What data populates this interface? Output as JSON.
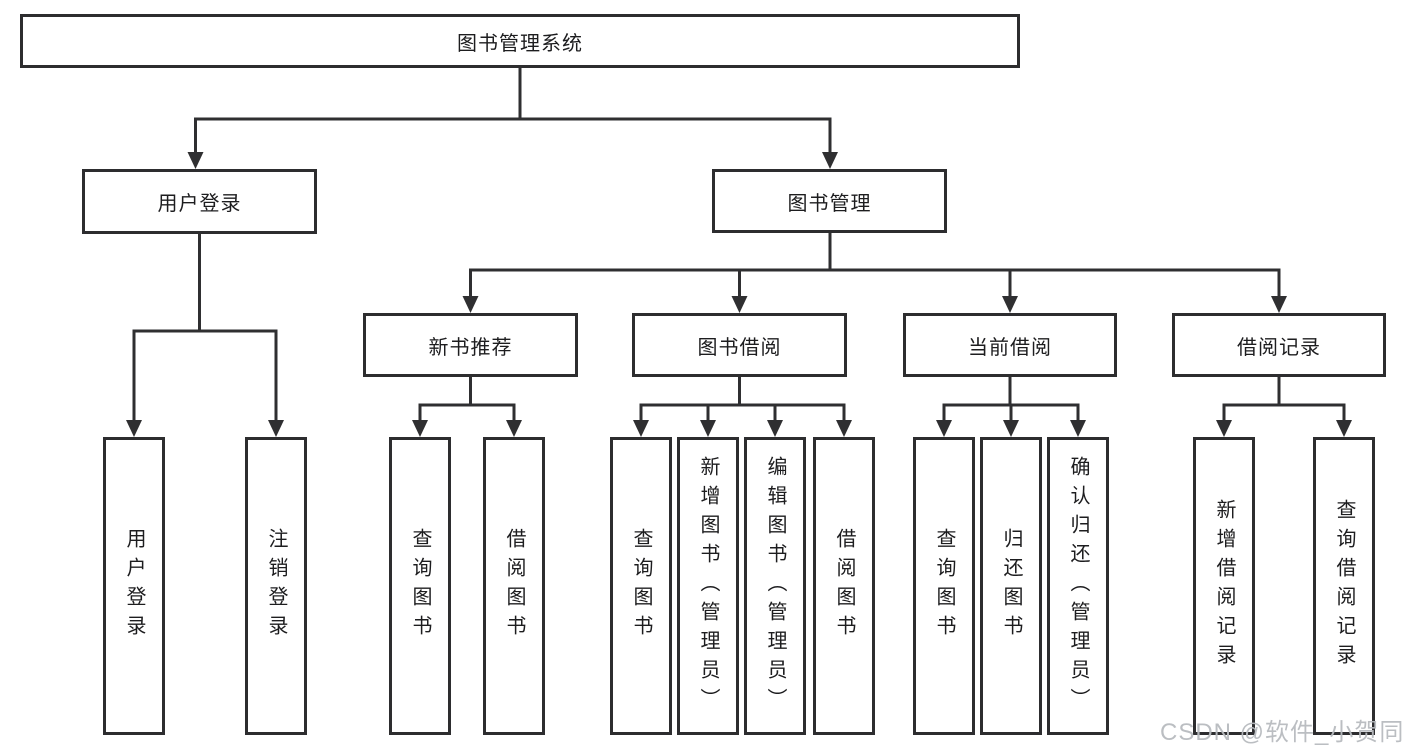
{
  "colors": {
    "box_border": "#2d2d2f",
    "connector_line": "#2f2f31",
    "node_text": "#1d1d1f",
    "watermark_text": "#b7bbbf",
    "background": "#ffffff"
  },
  "tree": {
    "root": {
      "label": "图书管理系统"
    },
    "branches": [
      {
        "label": "用户登录",
        "children": [
          {
            "label": "用户登录"
          },
          {
            "label": "注销登录"
          }
        ]
      },
      {
        "label": "图书管理",
        "children": [
          {
            "label": "新书推荐",
            "children": [
              {
                "label": "查询图书"
              },
              {
                "label": "借阅图书"
              }
            ]
          },
          {
            "label": "图书借阅",
            "children": [
              {
                "label": "查询图书"
              },
              {
                "label": "新增图书（管理员）"
              },
              {
                "label": "编辑图书（管理员）"
              },
              {
                "label": "借阅图书"
              }
            ]
          },
          {
            "label": "当前借阅",
            "children": [
              {
                "label": "查询图书"
              },
              {
                "label": "归还图书"
              },
              {
                "label": "确认归还（管理员）"
              }
            ]
          },
          {
            "label": "借阅记录",
            "children": [
              {
                "label": "新增借阅记录"
              },
              {
                "label": "查询借阅记录"
              }
            ]
          }
        ]
      }
    ]
  },
  "watermark": {
    "text": "CSDN @软件_小贺同学"
  }
}
